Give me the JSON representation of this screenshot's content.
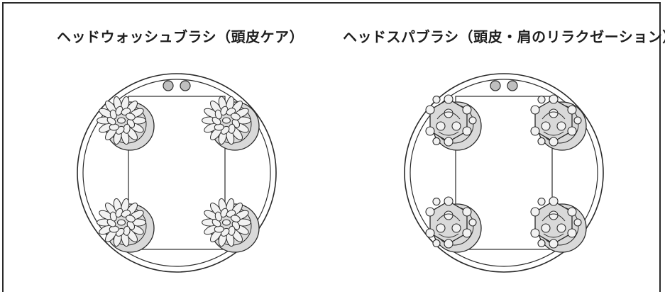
{
  "panels": [
    {
      "id": "head-wash-brush",
      "title": "ヘッドウォッシュブラシ（頭皮ケア）"
    },
    {
      "id": "head-spa-brush",
      "title": "ヘッドスパブラシ（頭皮・肩のリラクゼーション）"
    }
  ],
  "colors": {
    "stroke": "#2a2a2a",
    "fill_gray": "#d9d9d9",
    "fill_light": "#f2f2f2",
    "background": "#ffffff"
  }
}
